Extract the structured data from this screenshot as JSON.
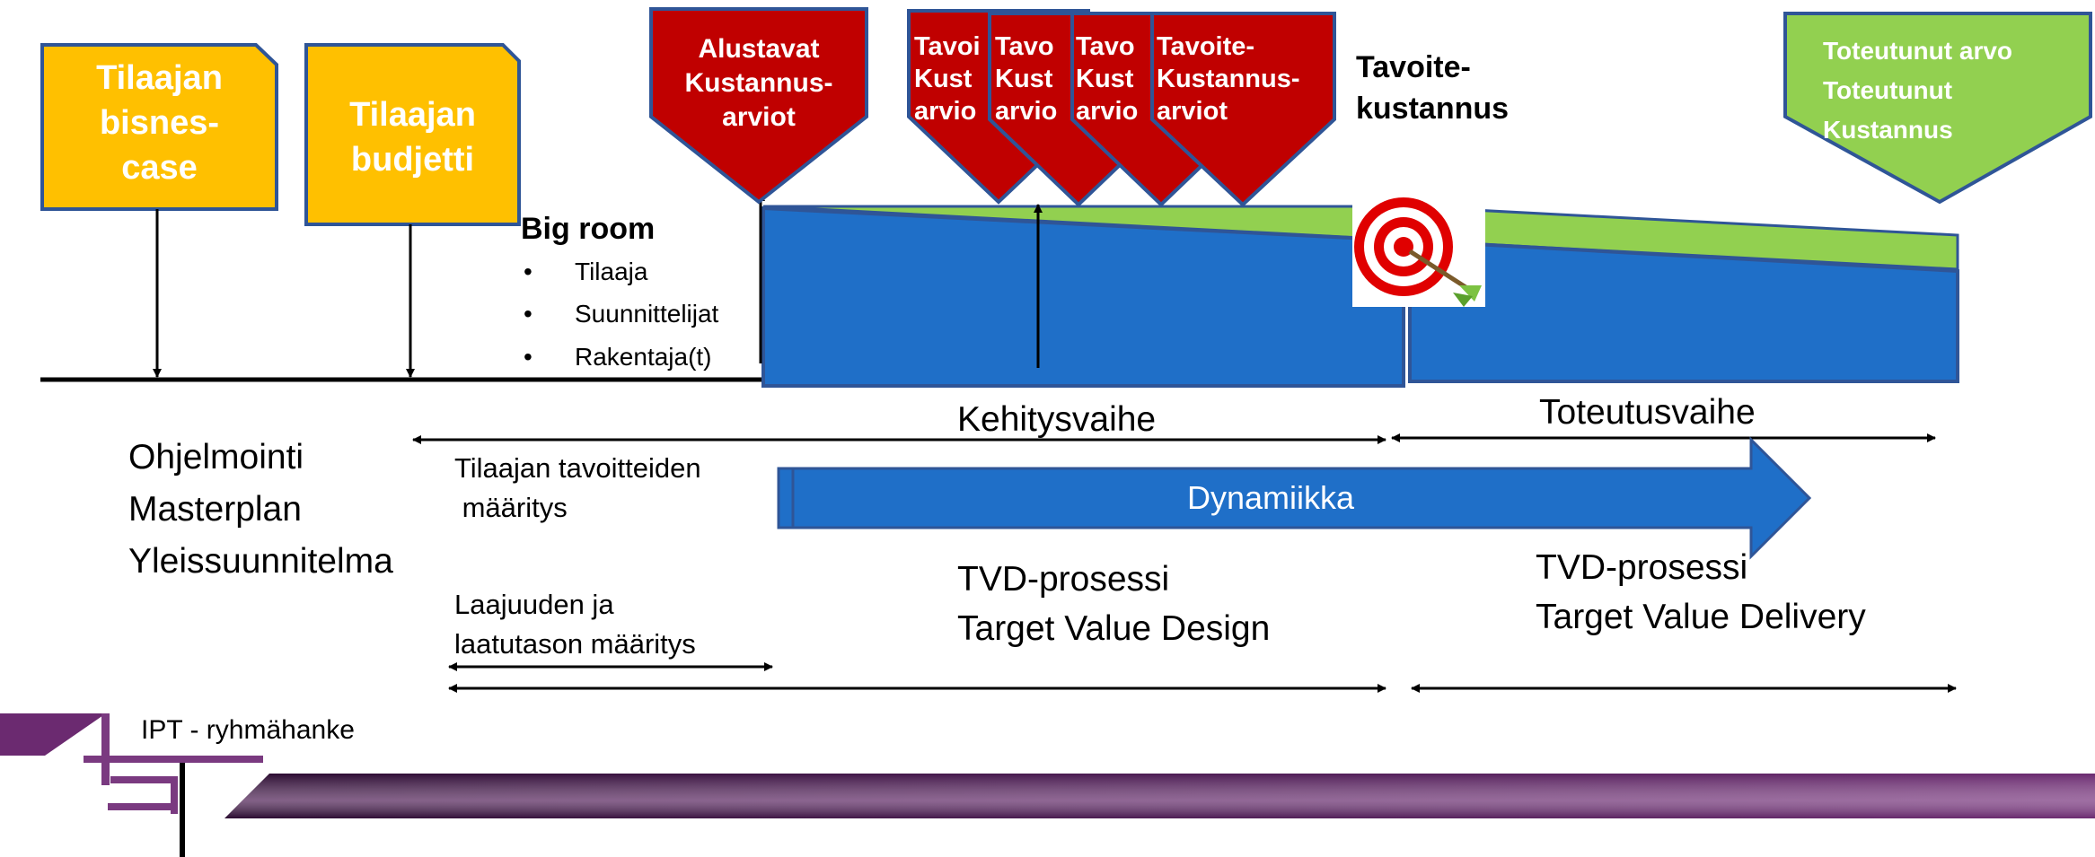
{
  "client": {
    "business_case": "Tilaajan\nbisnes-\ncase",
    "budget": "Tilaajan\nbudjetti"
  },
  "cost_estimates": {
    "initial": "Alustavat\nKustannus-\narviot",
    "target_first": "Tavoite-",
    "target_full": "Tavoite-\nKustannus-\narviot",
    "partial_1": "Tavoi\nKust\narvio",
    "partial_2": "Tavo\nKust\narvio",
    "partial_3": "Tavo\nKust\narvio"
  },
  "target_cost": "Tavoite-\nkustannus",
  "realized": "Toteutunut arvo\nToteutunut\nKustannus",
  "big_room": {
    "title": "Big room",
    "items": [
      "Tilaaja",
      "Suunnittelijat",
      "Rakentaja(t)"
    ]
  },
  "phases": {
    "development": "Kehitysvaihe",
    "implementation": "Toteutusvaihe"
  },
  "left_items": [
    "Ohjelmointi",
    "Masterplan",
    "Yleissuunnitelma"
  ],
  "goal_definition": "Tilaajan tavoitteiden\n määritys",
  "scope_definition": "Laajuuden ja\nlaatutason määritys",
  "dynamics": "Dynamiikka",
  "tvd_design": "TVD-prosessi\nTarget Value Design",
  "tvd_delivery": "TVD-prosessi\nTarget Value Delivery",
  "footer": "IPT - ryhmähanke",
  "colors": {
    "yellow": "#FFC000",
    "red": "#C00000",
    "blue": "#1F6FC8",
    "green": "#92D050",
    "purple_dark": "#3B1040"
  }
}
